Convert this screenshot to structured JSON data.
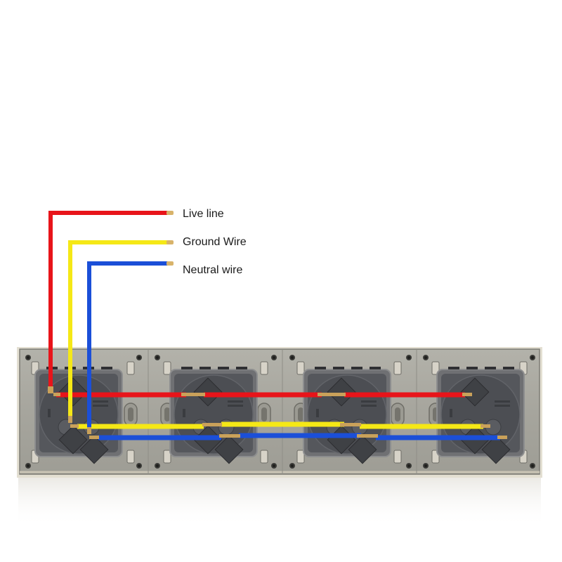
{
  "legend": {
    "items": [
      {
        "label": "Live line",
        "color": "#e8141a",
        "name": "live"
      },
      {
        "label": "Ground Wire",
        "color": "#f5e816",
        "name": "ground"
      },
      {
        "label": "Neutral wire",
        "color": "#1b4fd8",
        "name": "neutral"
      }
    ]
  },
  "colors": {
    "panel": "#a8a79f",
    "panel_edge": "#d9d4c4",
    "socket_body": "#505257",
    "socket_dark": "#3d3f44",
    "terminal_brass": "#c9a15a",
    "background": "#ffffff"
  },
  "diagram": {
    "socket_count": 4,
    "description": "Four-gang wall socket panel, rear view, wired in parallel"
  }
}
